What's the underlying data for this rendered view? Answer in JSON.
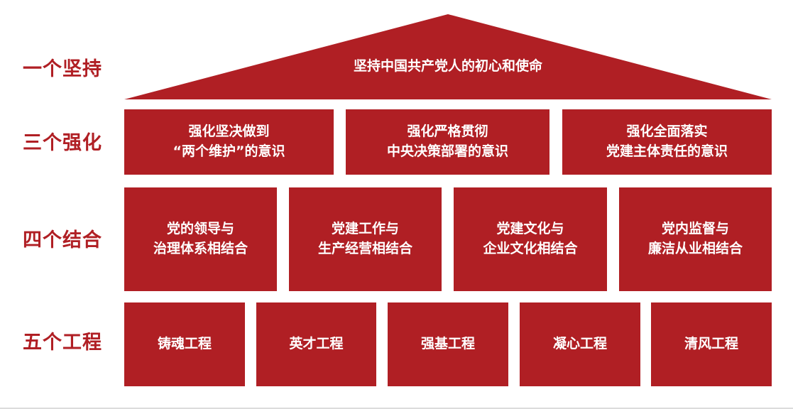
{
  "colors": {
    "primary": "#b01f24",
    "text_on_primary": "#ffffff",
    "background": "#ffffff"
  },
  "rows": {
    "one": {
      "label": "一个坚持",
      "roof_text": "坚持中国共产党人的初心和使命"
    },
    "three": {
      "label": "三个强化",
      "items": [
        {
          "line1": "强化坚决做到",
          "line2": "“两个维护”的意识"
        },
        {
          "line1": "强化严格贯彻",
          "line2": "中央决策部署的意识"
        },
        {
          "line1": "强化全面落实",
          "line2": "党建主体责任的意识"
        }
      ]
    },
    "four": {
      "label": "四个结合",
      "items": [
        {
          "line1": "党的领导与",
          "line2": "治理体系相结合"
        },
        {
          "line1": "党建工作与",
          "line2": "生产经营相结合"
        },
        {
          "line1": "党建文化与",
          "line2": "企业文化相结合"
        },
        {
          "line1": "党内监督与",
          "line2": "廉洁从业相结合"
        }
      ]
    },
    "five": {
      "label": "五个工程",
      "items": [
        "铸魂工程",
        "英才工程",
        "强基工程",
        "凝心工程",
        "清风工程"
      ]
    }
  }
}
